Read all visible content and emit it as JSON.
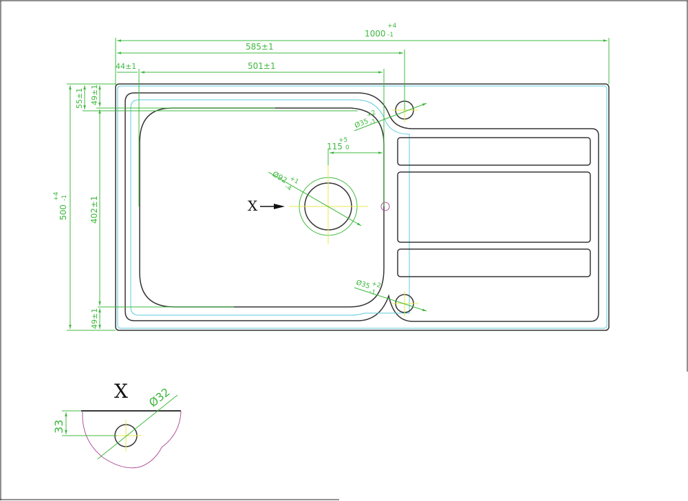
{
  "dimensions": {
    "overall_length": {
      "value": "1000",
      "upper_tol": "+4",
      "lower_tol": "-1"
    },
    "bowl_to_tap": "585±1",
    "edge_offset": "44±1",
    "bowl_length": "501±1",
    "top_edge_to_tap": "55±1",
    "top_edge_to_bowl": "49±1",
    "overall_width": {
      "value": "500",
      "upper_tol": "+4",
      "lower_tol": "-1"
    },
    "bowl_width": "402±1",
    "bottom_edge_to_bowl": "49±1",
    "drain_offset": {
      "value": "115",
      "upper_tol": "+5",
      "lower_tol": "0"
    },
    "drain_diameter": {
      "value": "Ø92",
      "upper_tol": "+1",
      "lower_tol": "-4"
    },
    "tap_hole_top": {
      "value": "Ø35",
      "upper_tol": "+2",
      "lower_tol": "-1"
    },
    "tap_hole_bottom": {
      "value": "Ø35",
      "upper_tol": "+2",
      "lower_tol": "-1"
    }
  },
  "view_marker": "X",
  "detail": {
    "title": "X",
    "hole_diameter": "Ø32",
    "hole_depth": "33"
  },
  "colors": {
    "dimension": "#3cb83c",
    "outline": "#333333",
    "inner": "#5bc8dc",
    "centerline": "#e8e84a",
    "section": "#b0509a"
  }
}
